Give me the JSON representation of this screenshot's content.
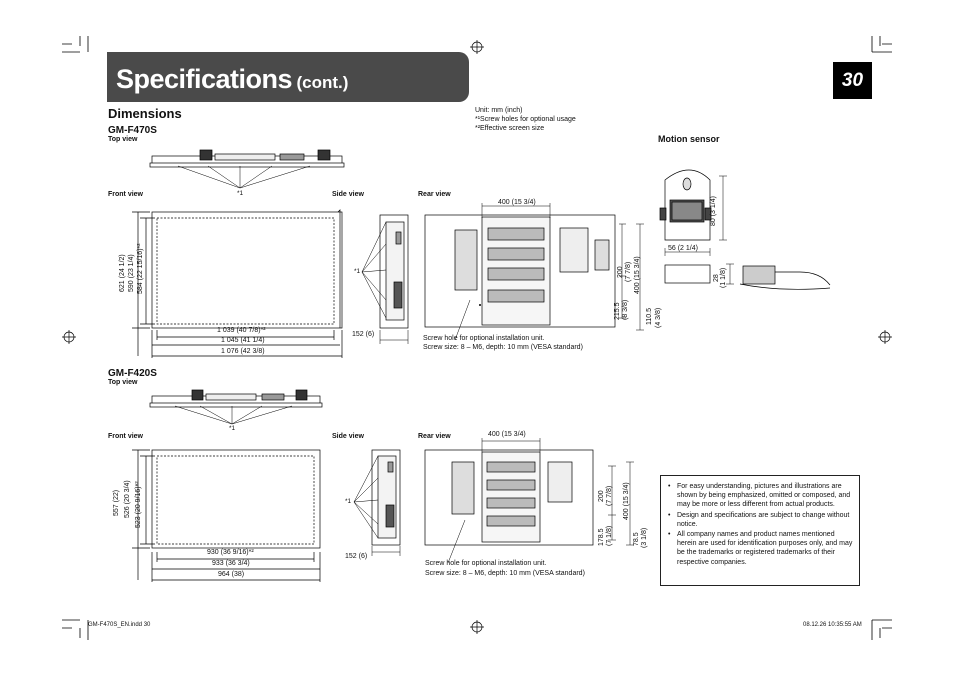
{
  "header": {
    "title_main": "Specifications",
    "title_cont": "(cont.)",
    "page_number": "30"
  },
  "section": {
    "heading": "Dimensions",
    "unit_note": "Unit: mm (inch)",
    "footnote1": "*¹Screw holes for optional usage",
    "footnote2": "*²Effective screen size"
  },
  "gm_f470s": {
    "model": "GM-F470S",
    "top_view": "Top view",
    "front_view": "Front view",
    "side_view": "Side view",
    "rear_view": "Rear view",
    "star1": "*1",
    "dim_w1": "1 039 (40 7/8)*²",
    "dim_w2": "1 045 (41 1/4)",
    "dim_w3": "1 076 (42 3/8)",
    "dim_h1": "621 (24 1/2)",
    "dim_h2": "590 (23 1/4)",
    "dim_h3": "584 (22 15/16)*²",
    "depth": "152 (6)",
    "rear_top": "400 (15 3/4)",
    "rear_200": "200",
    "rear_200b": "(7 7/8)",
    "rear_400": "400 (15 3/4)",
    "rear_215": "215.5",
    "rear_215b": "(8 3/8)",
    "rear_110": "110.5",
    "rear_110b": "(4 3/8)",
    "screw1": "Screw hole for optional installation unit.",
    "screw2": "Screw size: 8 – M6, depth: 10 mm (VESA standard)"
  },
  "motion_sensor": {
    "label": "Motion sensor",
    "dim_h": "80 (3 1/4)",
    "dim_w": "56 (2 1/4)",
    "dim_d1": "28",
    "dim_d2": "(1 1/8)"
  },
  "gm_f420s": {
    "model": "GM-F420S",
    "top_view": "Top view",
    "front_view": "Front view",
    "side_view": "Side view",
    "rear_view": "Rear view",
    "star1": "*1",
    "dim_w1": "930 (36 9/16)*²",
    "dim_w2": "933 (36 3/4)",
    "dim_w3": "964 (38)",
    "dim_h1": "557 (22)",
    "dim_h2": "526 (20 3/4)",
    "dim_h3": "523 (20 9/16)*²",
    "depth": "152 (6)",
    "rear_top": "400 (15 3/4)",
    "rear_200": "200",
    "rear_200b": "(7 7/8)",
    "rear_400": "400 (15 3/4)",
    "rear_178": "178.5",
    "rear_178b": "(7 1/8)",
    "rear_78": "78.5",
    "rear_78b": "(3 1/8)",
    "screw1": "Screw hole for optional installation unit.",
    "screw2": "Screw size: 8 – M6, depth: 10 mm (VESA standard)"
  },
  "notes": {
    "items": [
      "For easy understanding, pictures and illustrations are shown by being emphasized, omitted or composed, and may be more or less different from actual products.",
      "Design and specifications are subject to change without notice.",
      "All company names and product names mentioned herein are used for identification purposes only, and may be the trademarks or registered trademarks of their respective companies."
    ]
  },
  "footer": {
    "file": "GM-F470S_EN.indd   30",
    "date": "08.12.26   10:35:55 AM"
  }
}
